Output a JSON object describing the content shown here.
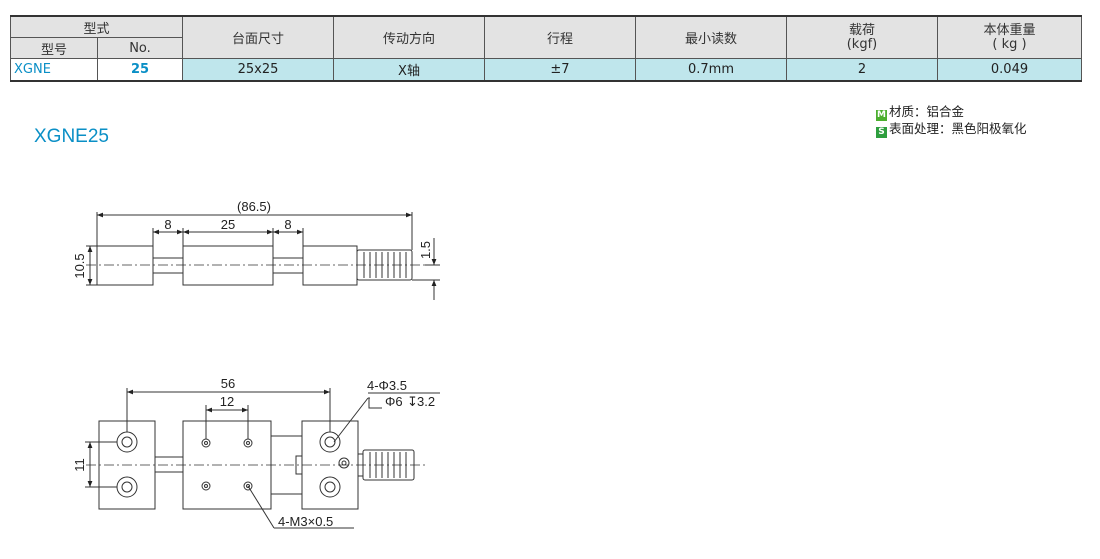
{
  "table": {
    "header": {
      "type_group": "型式",
      "model": "型号",
      "no": "No.",
      "table_size": "台面尺寸",
      "drive_direction": "传动方向",
      "stroke": "行程",
      "min_reading": "最小读数",
      "load": "载荷",
      "load_unit": "(kgf)",
      "weight": "本体重量",
      "weight_unit": "( kg )"
    },
    "row": {
      "model": "XGNE",
      "no": "25",
      "table_size": "25x25",
      "drive_direction": "X轴",
      "stroke": "±7",
      "min_reading": "0.7mm",
      "load": "2",
      "weight": "0.049"
    }
  },
  "title": "XGNE25",
  "notes": {
    "material_badge": "M",
    "material": "材质：铝合金",
    "surface_badge": "S",
    "surface": "表面处理：黑色阳极氧化"
  },
  "drawing_side": {
    "overall": "(86.5)",
    "left_gap": "8",
    "table": "25",
    "right_gap": "8",
    "height": "10.5",
    "offset": "1.5"
  },
  "drawing_top": {
    "hole_pitch": "56",
    "tap_pitch": "12",
    "center": "11",
    "hole_spec": "4-Φ3.5",
    "counterbore": "Φ6",
    "counterbore_depth": "3.2",
    "tap_spec": "4-M3×0.5"
  },
  "colors": {
    "accent": "#0a8fc6",
    "row_fill": "#bfe6ec",
    "header_fill": "#e3e3e3"
  }
}
